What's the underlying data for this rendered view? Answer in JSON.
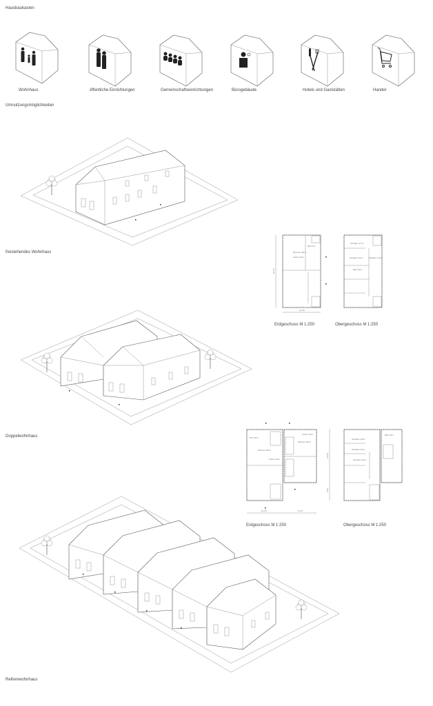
{
  "section_title": "Hausbaukasten",
  "modules": [
    {
      "label": "Wohnhaus",
      "icon": "family-icon"
    },
    {
      "label": "öffentliche Einrichtungen",
      "icon": "couple-icon"
    },
    {
      "label": "Gemeinschaftseinrichtungen",
      "icon": "group-icon"
    },
    {
      "label": "Bürogebäude",
      "icon": "office-worker-icon"
    },
    {
      "label": "Hotels und Gaststätten",
      "icon": "knife-fork-icon"
    },
    {
      "label": "Handel",
      "icon": "shopping-cart-icon"
    }
  ],
  "conversion_title": "Umnutzungsmöglichkeiten",
  "variants": [
    {
      "label": "freistehendes Wohnhaus",
      "plans": [
        {
          "label": "Erdgeschoss M 1:250",
          "dim_w": "10.40",
          "dim_h": "20.40",
          "rooms": [
            "Wohnen 28m²",
            "Küche 22m²",
            "Bad 5m²"
          ]
        },
        {
          "label": "Obergeschoss M 1:250",
          "rooms": [
            "Schlafen 17m²",
            "Schlafen 15m²",
            "Schlafen 13m²",
            "Bad 12m²"
          ]
        }
      ]
    },
    {
      "label": "Doppelwohnhaus",
      "plans": [
        {
          "label": "Erdgeschoss M 1:250",
          "dim_w1": "10.40",
          "dim_w2": "10.37",
          "dim_h": "16.00",
          "dim_h2": "5.00",
          "rooms": [
            "WC 12m²",
            "Wohnen 28m²",
            "Küche 14m²",
            "Küche 14m²",
            "Wohnen 28m²"
          ]
        },
        {
          "label": "Obergeschoss M 1:250",
          "rooms": [
            "Schlafen 18m²",
            "Schlafen 15m²",
            "Schlafen 20m²",
            "Bad 12m²"
          ]
        }
      ]
    },
    {
      "label": "Reihenwohnhaus"
    }
  ]
}
